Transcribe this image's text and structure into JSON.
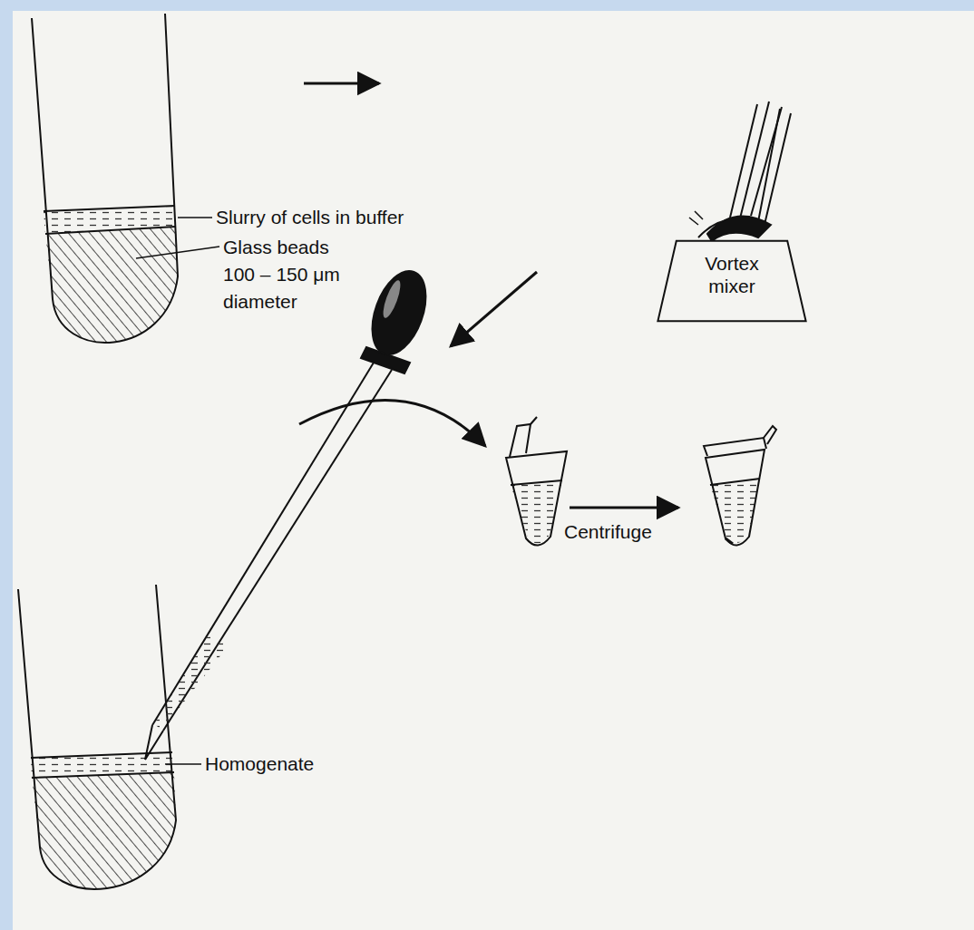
{
  "diagram": {
    "nodes": [
      {
        "text": [
          "Vortex mixer"
        ]
      }
    ],
    "labels": [
      "Slurry of cells in buffer",
      "Glass beads 100 – 150 μm diameter",
      "Homogenate",
      "Centrifuge"
    ]
  }
}
